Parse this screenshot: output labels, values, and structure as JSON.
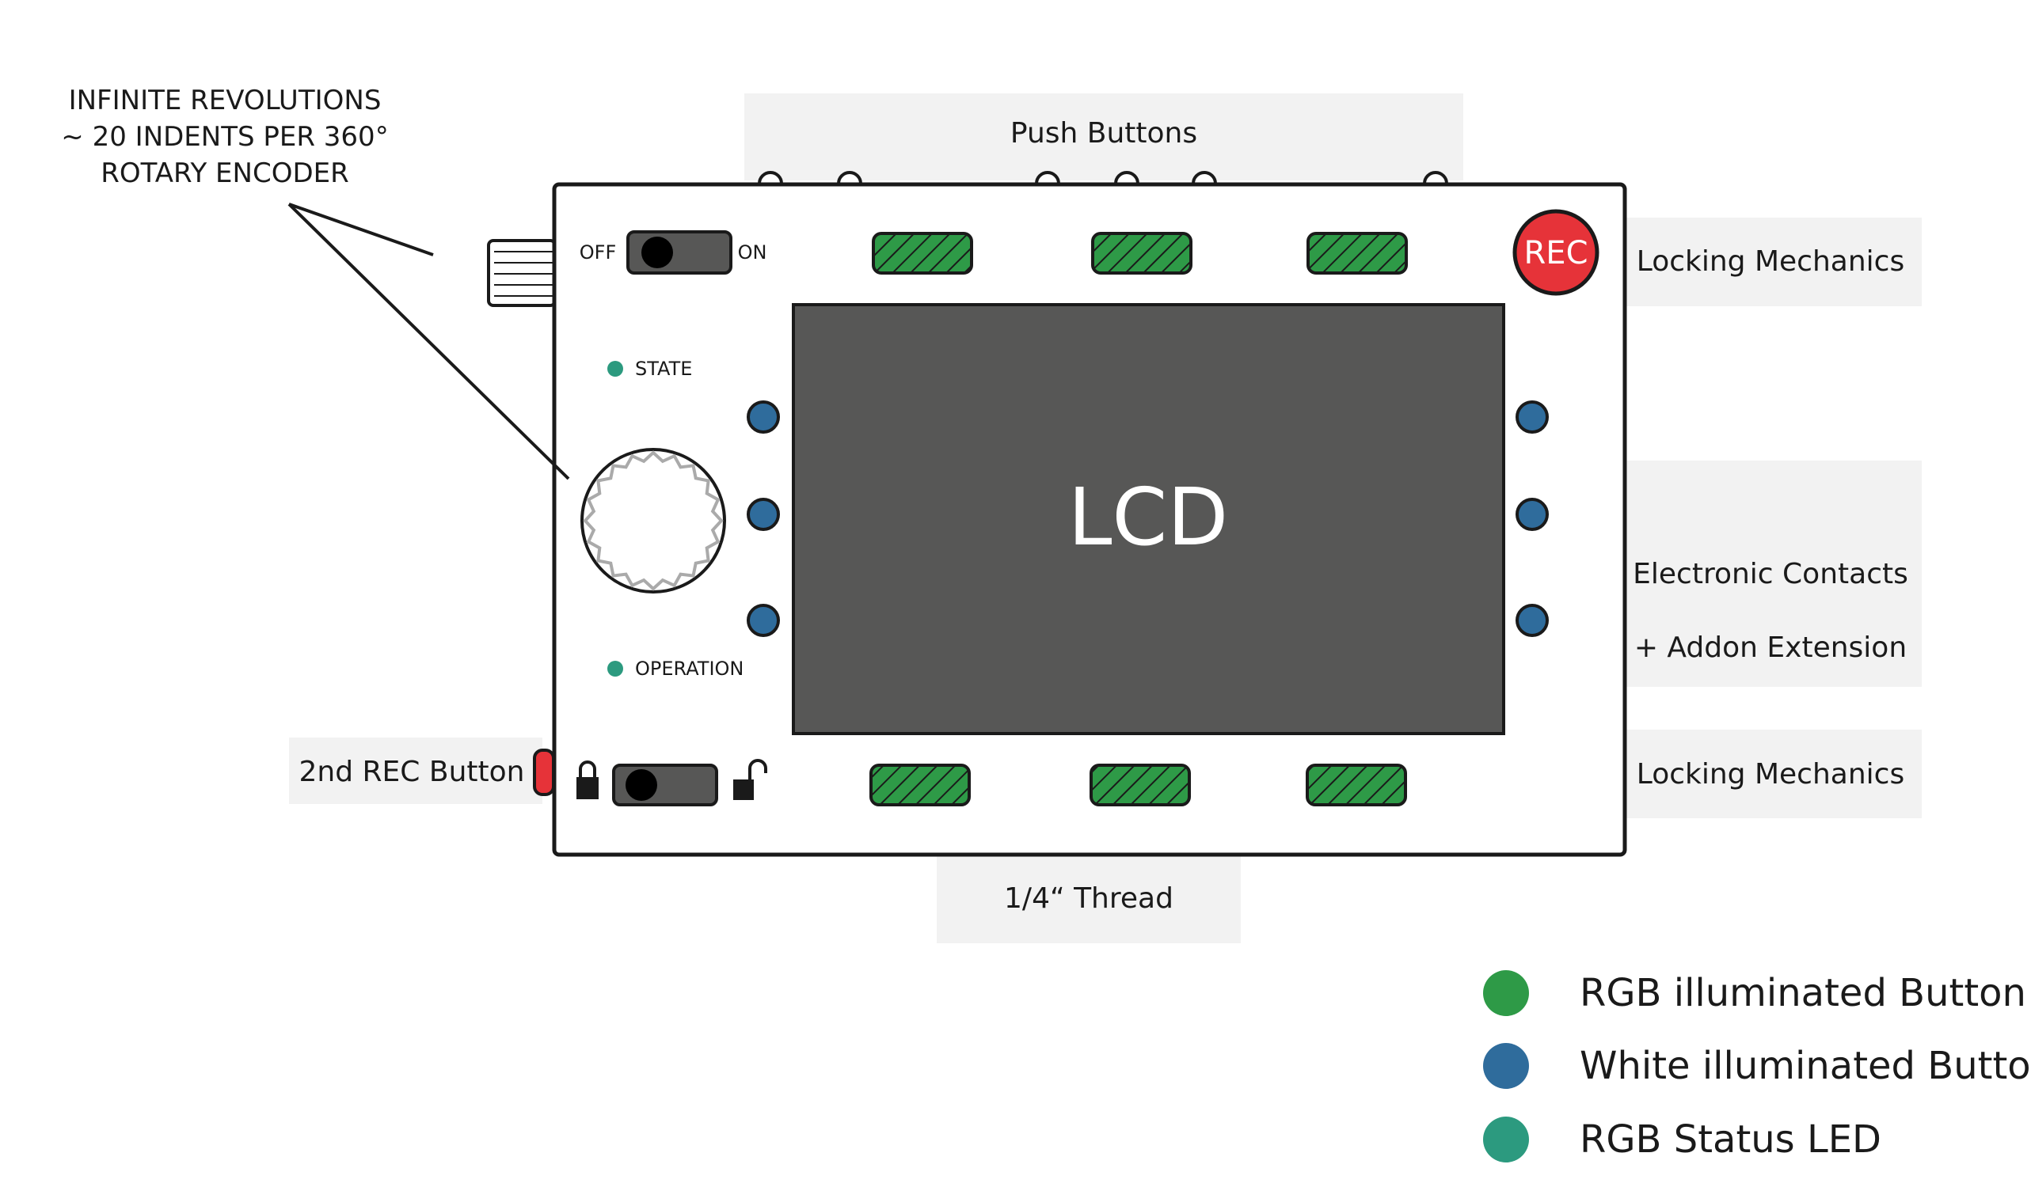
{
  "callouts": {
    "encoder_line1": "INFINITE REVOLUTIONS",
    "encoder_line2": "~ 20 INDENTS PER 360°",
    "encoder_line3": "ROTARY ENCODER",
    "push_buttons": "Push Buttons",
    "locking_top": "Locking Mechanics",
    "contacts_line1": "Electronic Contacts",
    "contacts_line2": "+ Addon Extension",
    "locking_bottom": "Locking Mechanics",
    "rec2": "2nd REC Button",
    "thread": "1/4“ Thread"
  },
  "device": {
    "switch_off": "OFF",
    "switch_on": "ON",
    "rec": "REC",
    "led_state": "STATE",
    "led_operation": "OPERATION",
    "lcd": "LCD"
  },
  "legend": {
    "items": [
      {
        "label": "RGB illuminated Button",
        "color": "#2e9a47"
      },
      {
        "label": "White illuminated Button",
        "color": "#2f6c9c"
      },
      {
        "label": "RGB Status LED",
        "color": "#2c9a7f"
      }
    ]
  },
  "colors": {
    "green_button": "#2e9a47",
    "blue_button": "#2f6c9c",
    "status_led": "#2c9a7f",
    "lcd": "#575756",
    "rec": "#e63339",
    "panel": "#f2f2f2"
  }
}
